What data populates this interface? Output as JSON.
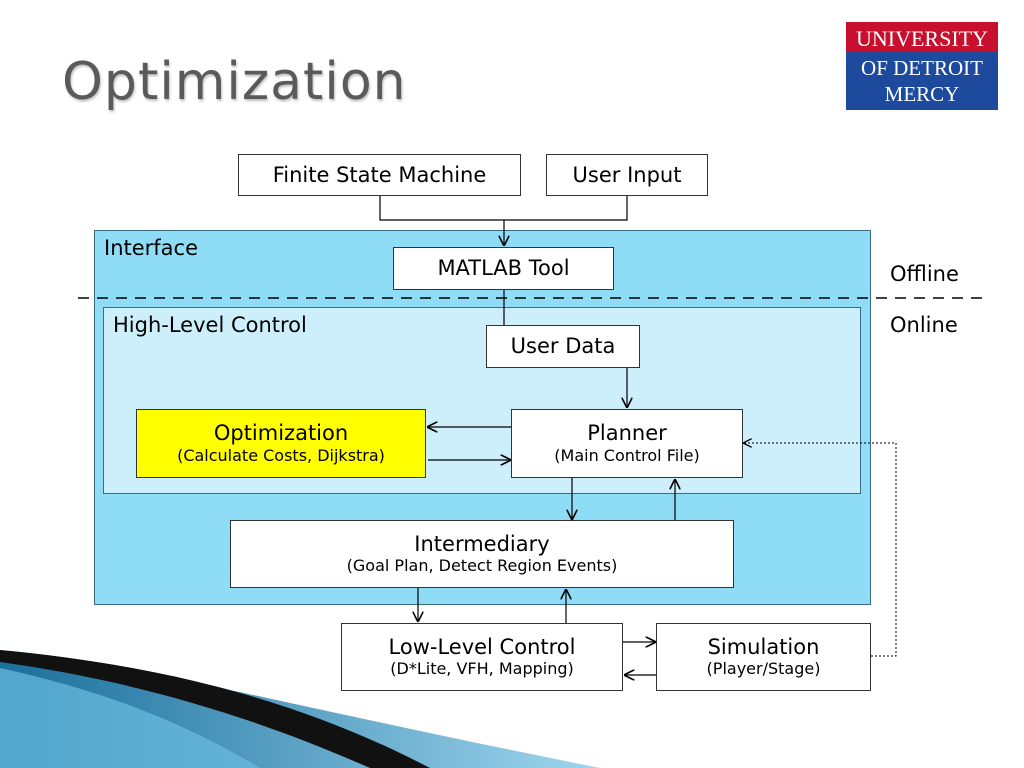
{
  "slide": {
    "title": "Optimization"
  },
  "logo": {
    "line1": "UNIVERSITY",
    "line2": "OF DETROIT",
    "line3": "MERCY",
    "bg": "#c8102e",
    "bg2": "#1e4a9e"
  },
  "regions": {
    "interface": "Interface",
    "high_level_control": "High-Level Control",
    "offline": "Offline",
    "online": "Online"
  },
  "nodes": {
    "fsm": {
      "label": "Finite State Machine"
    },
    "user_input": {
      "label": "User Input"
    },
    "matlab_tool": {
      "label": "MATLAB Tool"
    },
    "user_data": {
      "label": "User Data"
    },
    "optimization": {
      "label": "Optimization",
      "sub": "(Calculate Costs, Dijkstra)"
    },
    "planner": {
      "label": "Planner",
      "sub": "(Main Control File)"
    },
    "intermediary": {
      "label": "Intermediary",
      "sub": "(Goal Plan, Detect Region Events)"
    },
    "low_level_control": {
      "label": "Low-Level Control",
      "sub": "(D*Lite, VFH, Mapping)"
    },
    "simulation": {
      "label": "Simulation",
      "sub": "(Player/Stage)"
    }
  },
  "colors": {
    "interface_fill": "#8fdcf7",
    "hlc_fill": "#cdeffc",
    "highlight": "#ffff00"
  }
}
